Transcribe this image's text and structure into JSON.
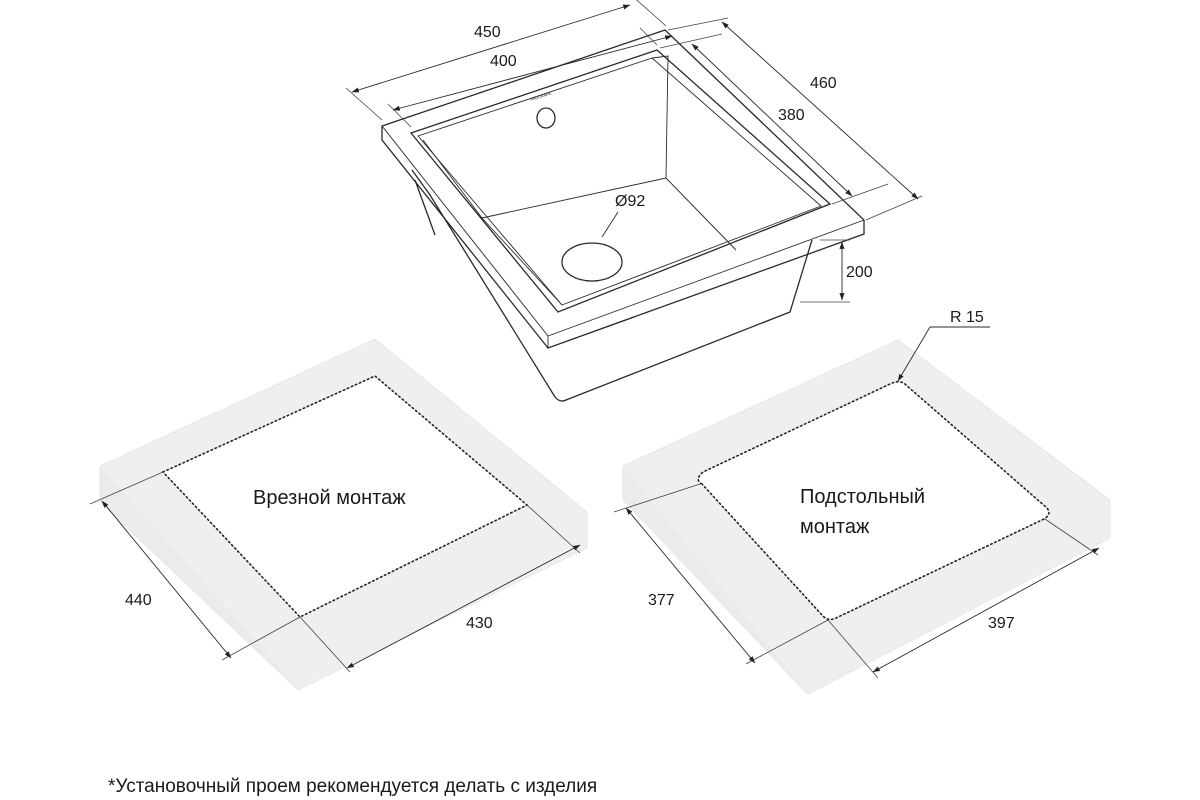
{
  "sink": {
    "dims": {
      "outer_width": "450",
      "inner_width": "400",
      "outer_depth": "460",
      "inner_depth": "380",
      "drain_diameter": "Ø92",
      "height": "200"
    },
    "logo_text": "PAULMARK"
  },
  "cutouts": {
    "topmount": {
      "label": "Врезной монтаж",
      "dim_left": "440",
      "dim_right": "430"
    },
    "undermount": {
      "label_line1": "Подстольный",
      "label_line2": "монтаж",
      "dim_left": "377",
      "dim_right": "397",
      "radius": "R 15"
    }
  },
  "footnote": "*Установочный проем рекомендуется делать с изделия"
}
